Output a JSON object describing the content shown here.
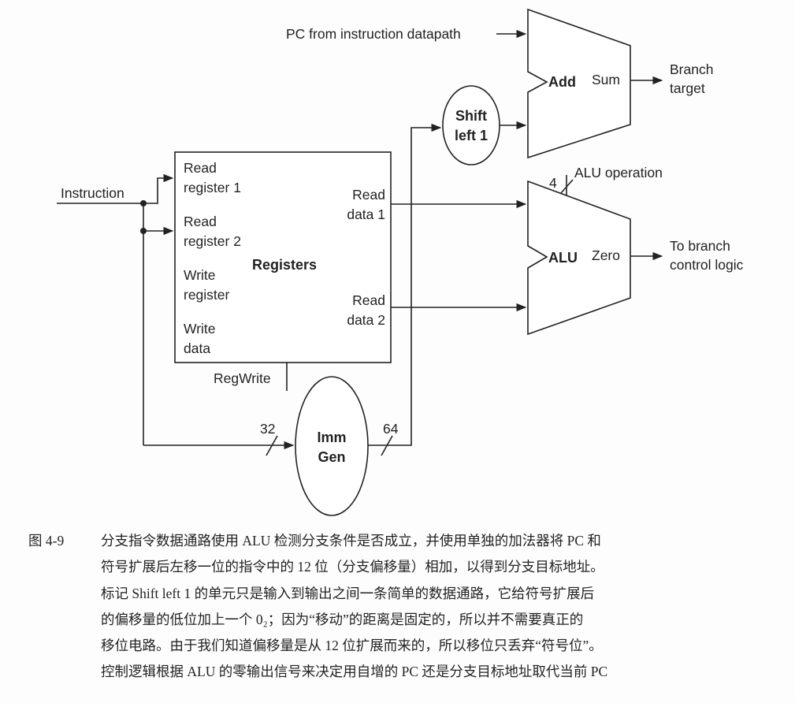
{
  "diagram": {
    "inputs": {
      "pc_from_datapath": "PC from instruction datapath",
      "instruction": "Instruction",
      "reg_write": "RegWrite",
      "alu_operation": "ALU operation"
    },
    "adder": {
      "name": "Add",
      "output_port": "Sum",
      "output_line1": "Branch",
      "output_line2": "target"
    },
    "shifter": {
      "line1": "Shift",
      "line2": "left 1"
    },
    "registers": {
      "name": "Registers",
      "read_register_1": [
        "Read",
        "register 1"
      ],
      "read_register_2": [
        "Read",
        "register 2"
      ],
      "write_register": [
        "Write",
        "register"
      ],
      "write_data": [
        "Write",
        "data"
      ],
      "read_data_1": [
        "Read",
        "data 1"
      ],
      "read_data_2": [
        "Read",
        "data 2"
      ]
    },
    "alu": {
      "name": "ALU",
      "output_port": "Zero",
      "output_line1": "To branch",
      "output_line2": "control logic",
      "op_bits": "4"
    },
    "imm_gen": {
      "line1": "Imm",
      "line2": "Gen",
      "in_bits": "32",
      "out_bits": "64"
    }
  },
  "caption": {
    "figure_number": "图 4-9",
    "text": "分支指令数据通路使用 ALU 检测分支条件是否成立，并使用单独的加法器将 PC 和\n符号扩展后左移一位的指令中的 12 位（分支偏移量）相加，以得到分支目标地址。\n标记 Shift left 1 的单元只是输入到输出之间一条简单的数据通路，它给符号扩展后\n的偏移量的低位加上一个 0₂；因为“移动”的距离是固定的，所以并不需要真正的\n移位电路。由于我们知道偏移量是从 12 位扩展而来的，所以移位只丢弃“符号位”。\n控制逻辑根据 ALU 的零输出信号来决定用自增的 PC 还是分支目标地址取代当前 PC"
  }
}
